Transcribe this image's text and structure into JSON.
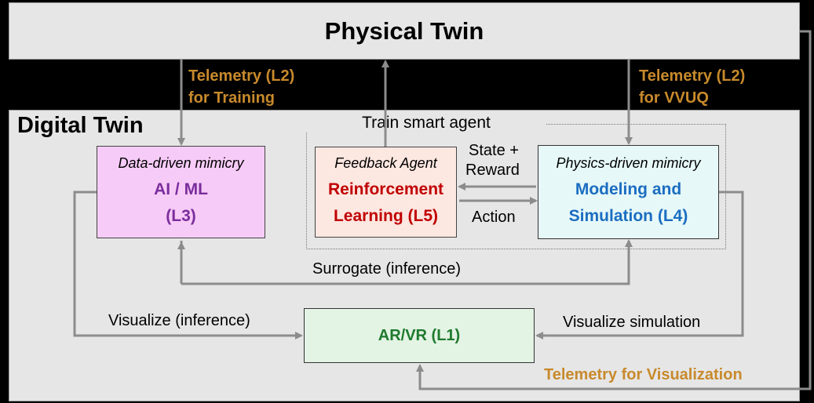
{
  "physical_twin": {
    "title": "Physical Twin"
  },
  "digital_twin": {
    "title": "Digital Twin"
  },
  "train_region": {
    "label": "Train smart agent"
  },
  "modules": {
    "aiml": {
      "role": "Data-driven mimicry",
      "line1": "AI / ML",
      "line2": "(L3)"
    },
    "rl": {
      "role": "Feedback Agent",
      "line1": "Reinforcement",
      "line2": "Learning (L5)"
    },
    "ms": {
      "role": "Physics-driven mimicry",
      "line1": "Modeling and",
      "line2": "Simulation (L4)"
    },
    "arvr": {
      "title": "AR/VR (L1)"
    }
  },
  "telemetry": {
    "training": {
      "line1": "Telemetry (L2)",
      "line2": "for Training"
    },
    "vvuq": {
      "line1": "Telemetry (L2)",
      "line2": "for VVUQ"
    },
    "visualization": "Telemetry for Visualization"
  },
  "edges": {
    "state_reward_1": "State +",
    "state_reward_2": "Reward",
    "action": "Action",
    "surrogate": "Surrogate (inference)",
    "visualize_inference": "Visualize (inference)",
    "visualize_simulation": "Visualize simulation"
  },
  "colors": {
    "telemetry": "#c88a2c",
    "aiml_text": "#7a2d9c",
    "rl_text": "#c00000",
    "ms_text": "#1b6dc1",
    "arvr_text": "#1e7a2e",
    "arrow": "#8c8c8c"
  }
}
